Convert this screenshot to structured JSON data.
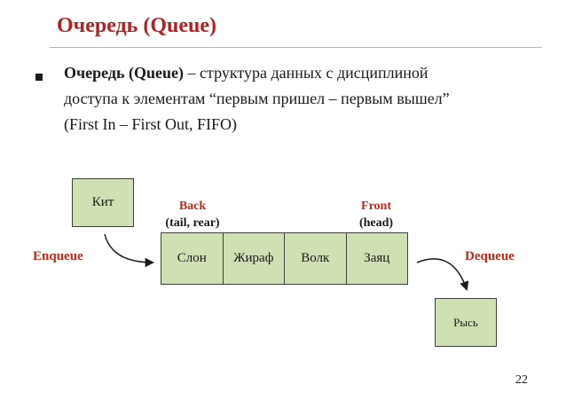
{
  "slide": {
    "title": "Очередь (Queue)",
    "page_number": "22"
  },
  "definition": {
    "term": "Очередь (Queue)",
    "line1_rest": " – структура данных с дисциплиной",
    "line2": "доступа к элементам “первым пришел – первым вышел”",
    "line3": "(First In – First Out, FIFO)"
  },
  "diagram": {
    "incoming_item": "Кит",
    "queue_items": [
      "Слон",
      "Жираф",
      "Волк",
      "Заяц"
    ],
    "dequeued_item": "Рысь",
    "back_label": "Back",
    "back_sub": "(tail, rear)",
    "front_label": "Front",
    "front_sub": "(head)",
    "enqueue_label": "Enqueue",
    "dequeue_label": "Dequeue"
  },
  "colors": {
    "title": "#b22222",
    "accent_label": "#c0281e",
    "box_fill": "#cfe0b2"
  }
}
